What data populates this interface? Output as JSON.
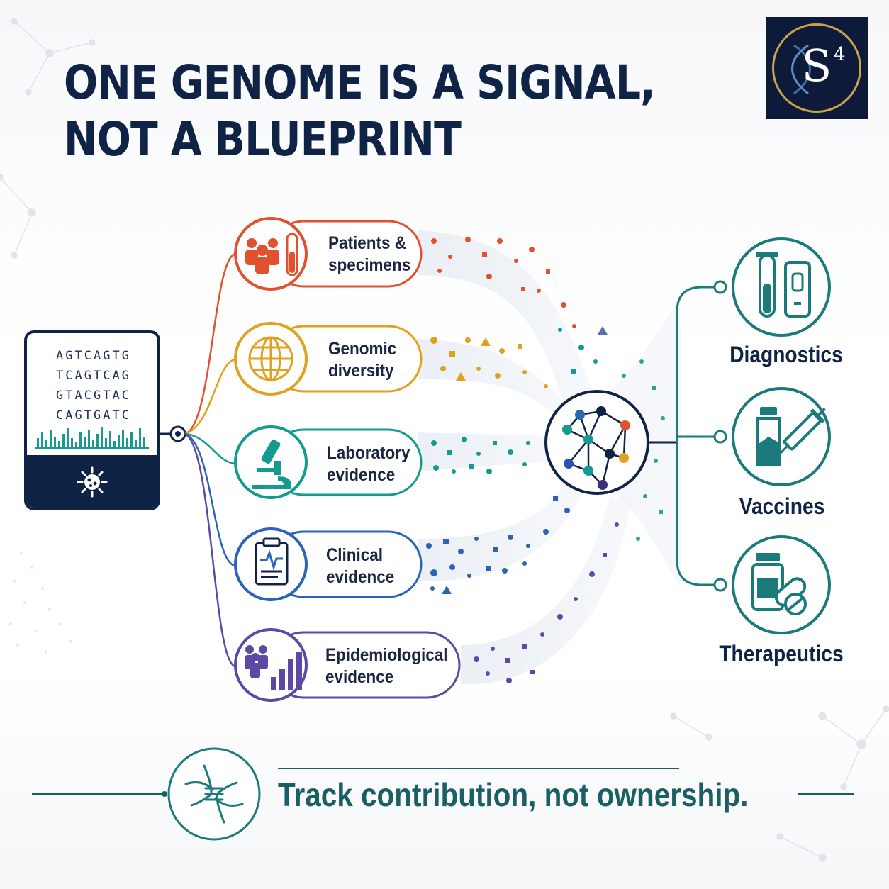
{
  "title": {
    "line1": "ONE GENOME IS A SIGNAL,",
    "line2": "NOT A BLUEPRINT"
  },
  "logo": {
    "letter": "S",
    "superscript": "4"
  },
  "genome_card": {
    "sequence_lines": [
      "AGTCAGTG",
      "TCAGTCAG",
      "GTACGTAC",
      "CAGTGATC"
    ],
    "icon": "virus-icon"
  },
  "inputs": [
    {
      "lines": [
        "Patients &",
        "specimens"
      ],
      "icon": "people-test-tube-icon",
      "color": "#e2512f"
    },
    {
      "lines": [
        "Genomic",
        "diversity"
      ],
      "icon": "globe-icon",
      "color": "#e0a11e"
    },
    {
      "lines": [
        "Laboratory",
        "evidence"
      ],
      "icon": "microscope-icon",
      "color": "#149a8f"
    },
    {
      "lines": [
        "Clinical",
        "evidence"
      ],
      "icon": "clipboard-icon",
      "color": "#2b63b8"
    },
    {
      "lines": [
        "Epidemiological",
        "evidence"
      ],
      "icon": "population-chart-icon",
      "color": "#5a4aa6"
    }
  ],
  "hub": {
    "icon": "network-icon"
  },
  "outputs": [
    {
      "label": "Diagnostics",
      "icon": "test-tubes-icon"
    },
    {
      "label": "Vaccines",
      "icon": "vaccine-icon"
    },
    {
      "label": "Therapeutics",
      "icon": "pills-icon"
    }
  ],
  "footer": {
    "tagline": "Track contribution, not ownership.",
    "icon": "joined-hands-icon"
  },
  "colors": {
    "navy": "#0f2347",
    "teal": "#1a7a7c",
    "tagline": "#1a5f63"
  }
}
